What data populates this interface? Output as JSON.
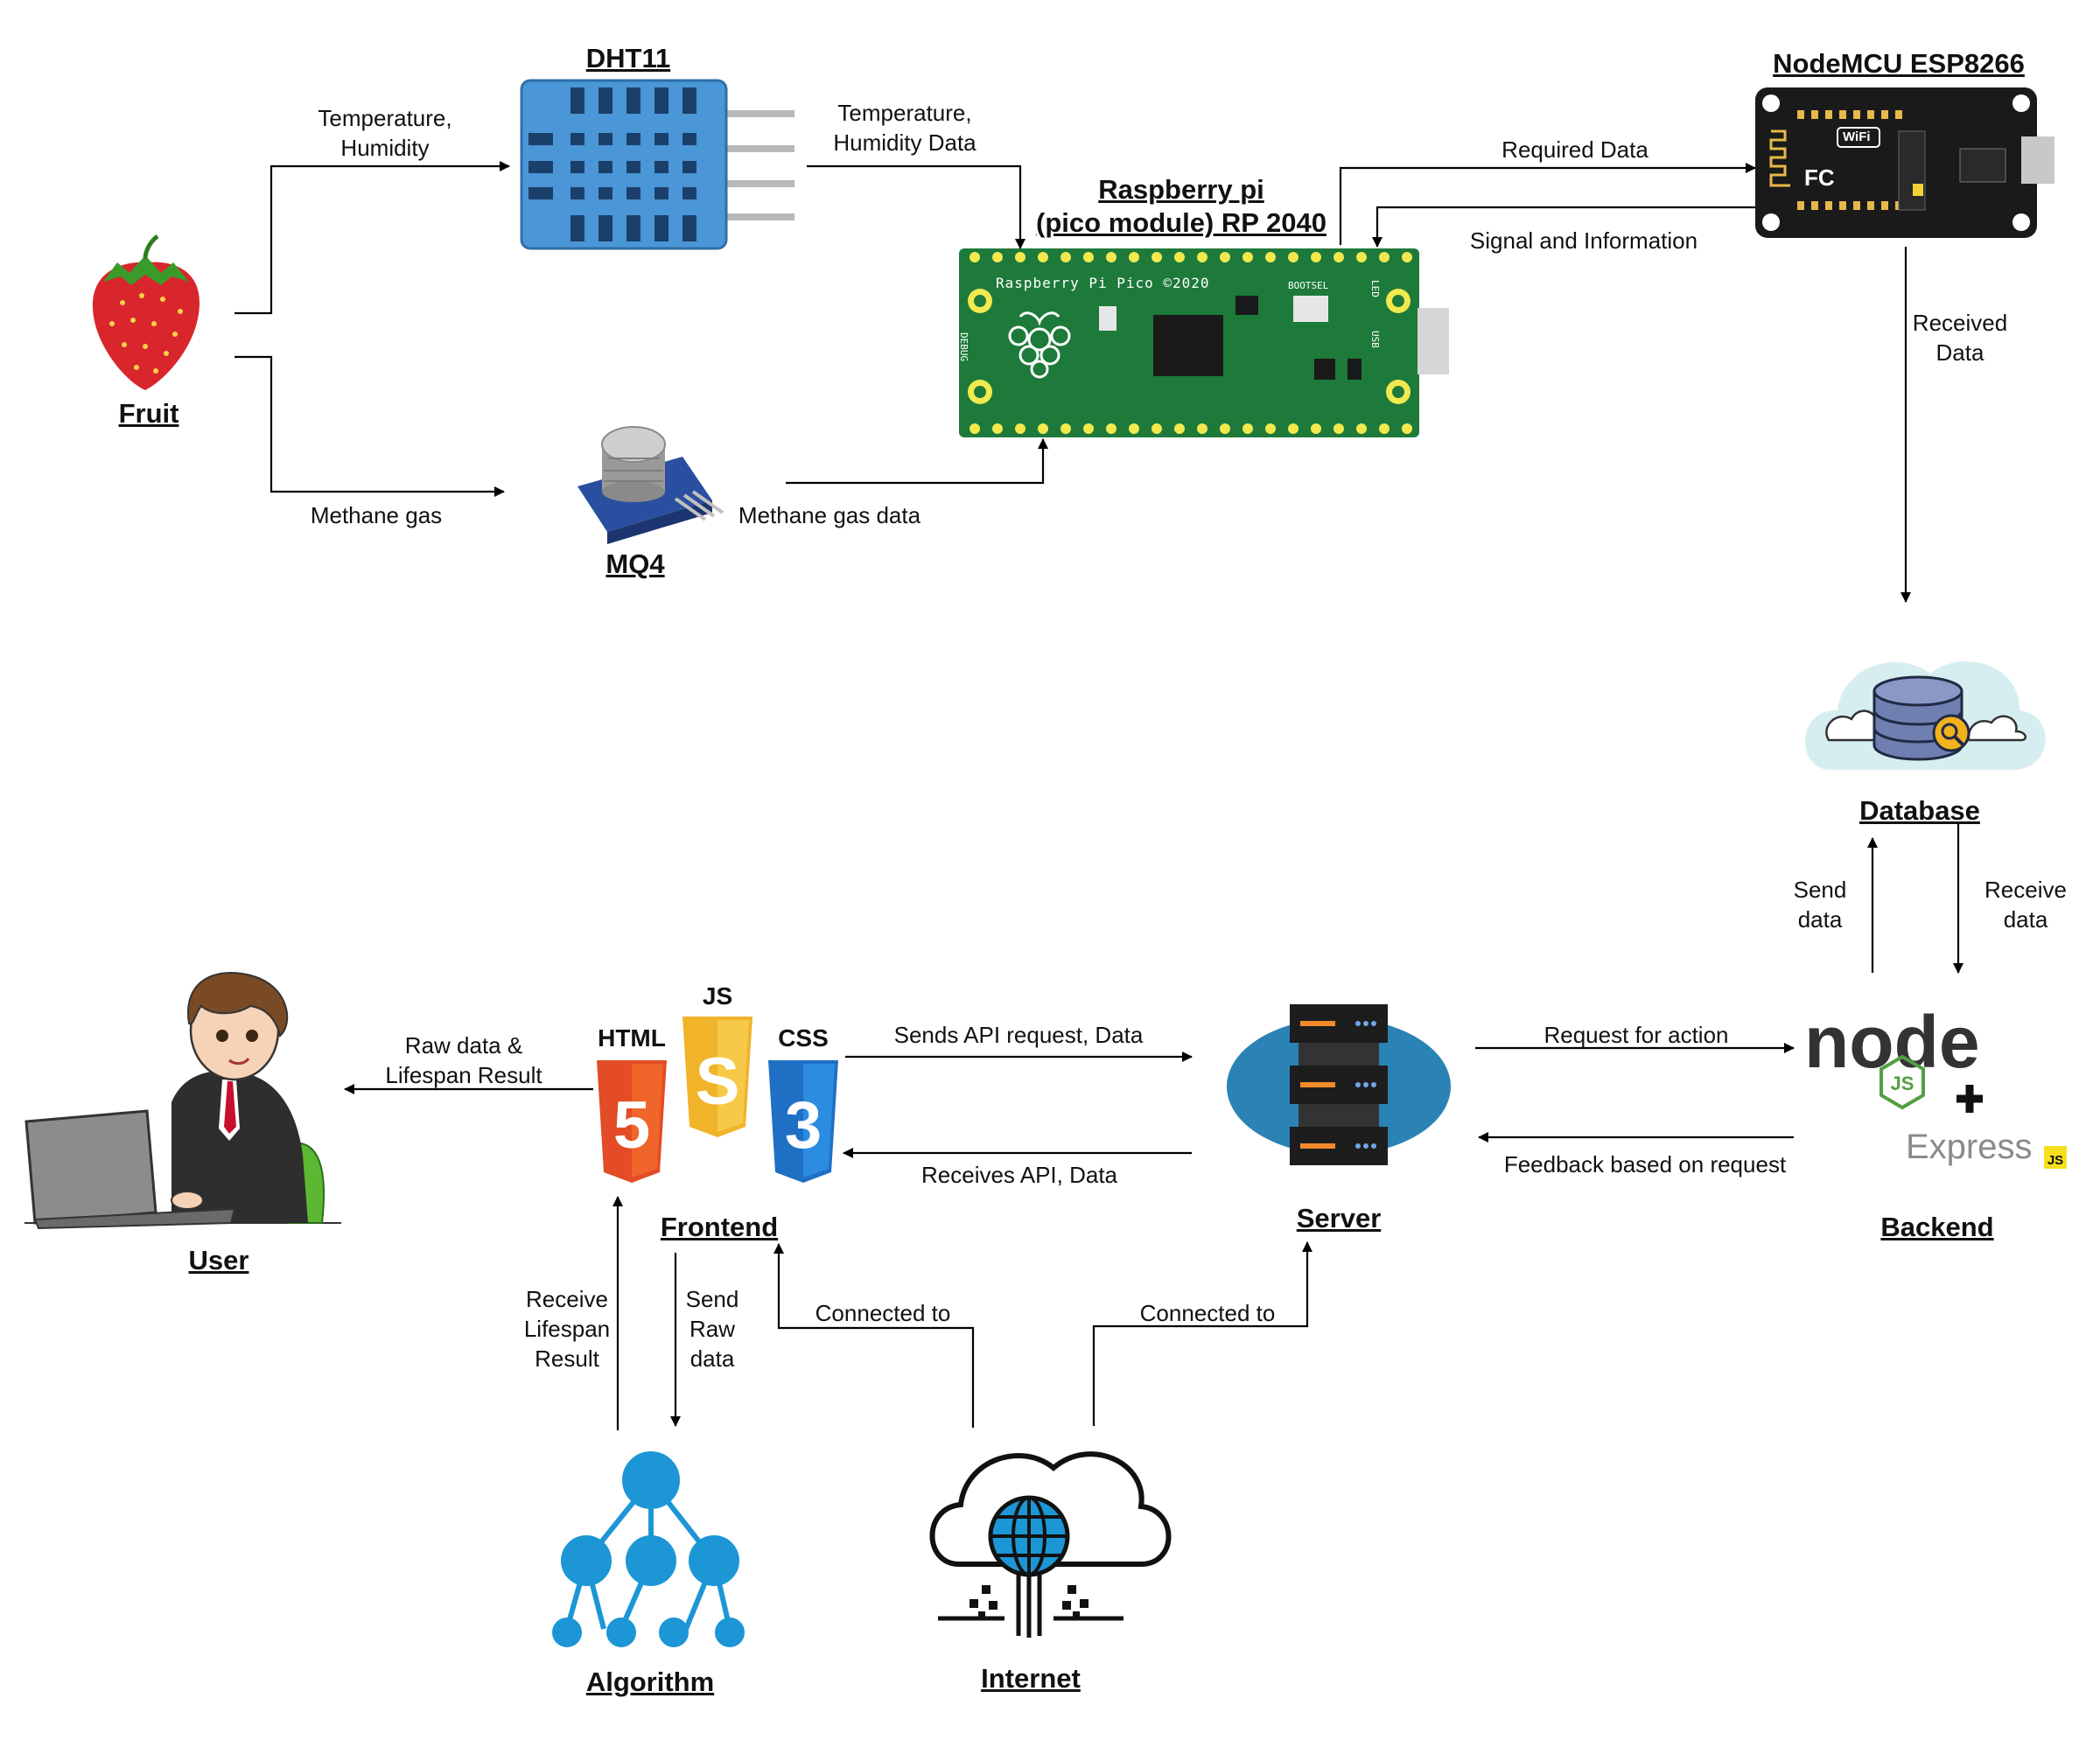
{
  "nodes": {
    "fruit": "Fruit",
    "dht11": "DHT11",
    "mq4": "MQ4",
    "raspberry": "Raspberry pi \n(pico module) RP 2040",
    "nodemcu": "NodeMCU ESP8266",
    "database": "Database",
    "backend": "Backend",
    "server": "Server",
    "frontend": "Frontend",
    "user": "User",
    "algorithm": "Algorithm",
    "internet": "Internet"
  },
  "edges": {
    "fruit_dht11": "Temperature,\nHumidity",
    "fruit_mq4": "Methane gas",
    "dht11_pico": "Temperature,\nHumidity Data",
    "mq4_pico": "Methane gas data",
    "pico_nodemcu": "Required Data",
    "nodemcu_pico": "Signal and Information",
    "nodemcu_db": "Received\nData",
    "backend_db": "Send\ndata",
    "db_backend": "Receive\ndata",
    "server_backend": "Request for action",
    "backend_server": "Feedback based on request",
    "frontend_server": "Sends API request, Data",
    "server_frontend": "Receives API, Data",
    "frontend_user": "Raw data &\nLifespan Result",
    "algo_frontend": "Receive\nLifespan\nResult",
    "frontend_algo": "Send\nRaw\ndata",
    "frontend_internet": "Connected to",
    "server_internet": "Connected to"
  },
  "logos": {
    "html": "HTML",
    "js": "JS",
    "css": "CSS",
    "html_num": "5",
    "js_num": "S",
    "css_num": "3",
    "node": "node",
    "nodejs_badge": "JS",
    "express": "Express",
    "express_js": "JS",
    "pico_board": "Raspberry Pi Pico ©2020",
    "pico_bootsel": "BOOTSEL",
    "pico_debug": "DEBUG",
    "pico_led": "LED",
    "pico_usb": "USB",
    "nodemcu_wifi": "WiFi",
    "nodemcu_fc": "FC"
  },
  "colors": {
    "pico_green": "#1d7a3a",
    "dht_blue": "#4a96d6",
    "html_orange": "#e34c26",
    "js_yellow": "#f0b32a",
    "css_blue": "#1f6fc5",
    "node_green": "#539e43",
    "server_blue": "#2a82b5",
    "icon_blue": "#1d96d6"
  }
}
